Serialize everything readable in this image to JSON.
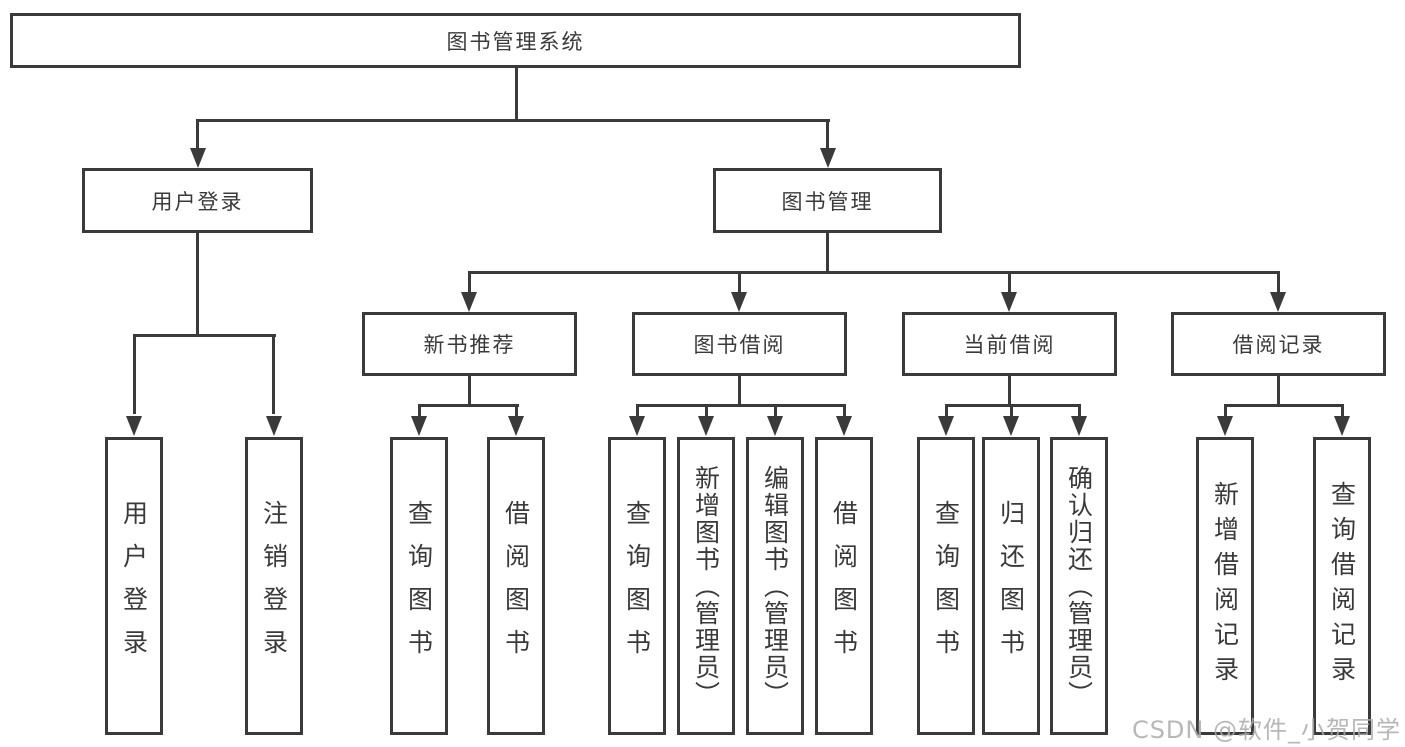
{
  "diagram_title": "图书管理系统",
  "tree": {
    "root": {
      "label": "图书管理系统"
    },
    "branches": [
      {
        "label": "用户登录",
        "leaves": [
          {
            "label": "用户登录"
          },
          {
            "label": "注销登录"
          }
        ]
      },
      {
        "label": "图书管理",
        "groups": [
          {
            "label": "新书推荐",
            "leaves": [
              {
                "label": "查询图书"
              },
              {
                "label": "借阅图书"
              }
            ]
          },
          {
            "label": "图书借阅",
            "leaves": [
              {
                "label": "查询图书"
              },
              {
                "label": "新增图书（管理员）"
              },
              {
                "label": "编辑图书（管理员）"
              },
              {
                "label": "借阅图书"
              }
            ]
          },
          {
            "label": "当前借阅",
            "leaves": [
              {
                "label": "查询图书"
              },
              {
                "label": "归还图书"
              },
              {
                "label": "确认归还（管理员）"
              }
            ]
          },
          {
            "label": "借阅记录",
            "leaves": [
              {
                "label": "新增借阅记录"
              },
              {
                "label": "查询借阅记录"
              }
            ]
          }
        ]
      }
    ]
  },
  "watermark": {
    "text": "CSDN @软件_小贺同学"
  },
  "colors": {
    "line": "#3a3a3a",
    "box_background": "#ffffff",
    "text": "#3a3a3a",
    "watermark": "#aaaaaa"
  }
}
